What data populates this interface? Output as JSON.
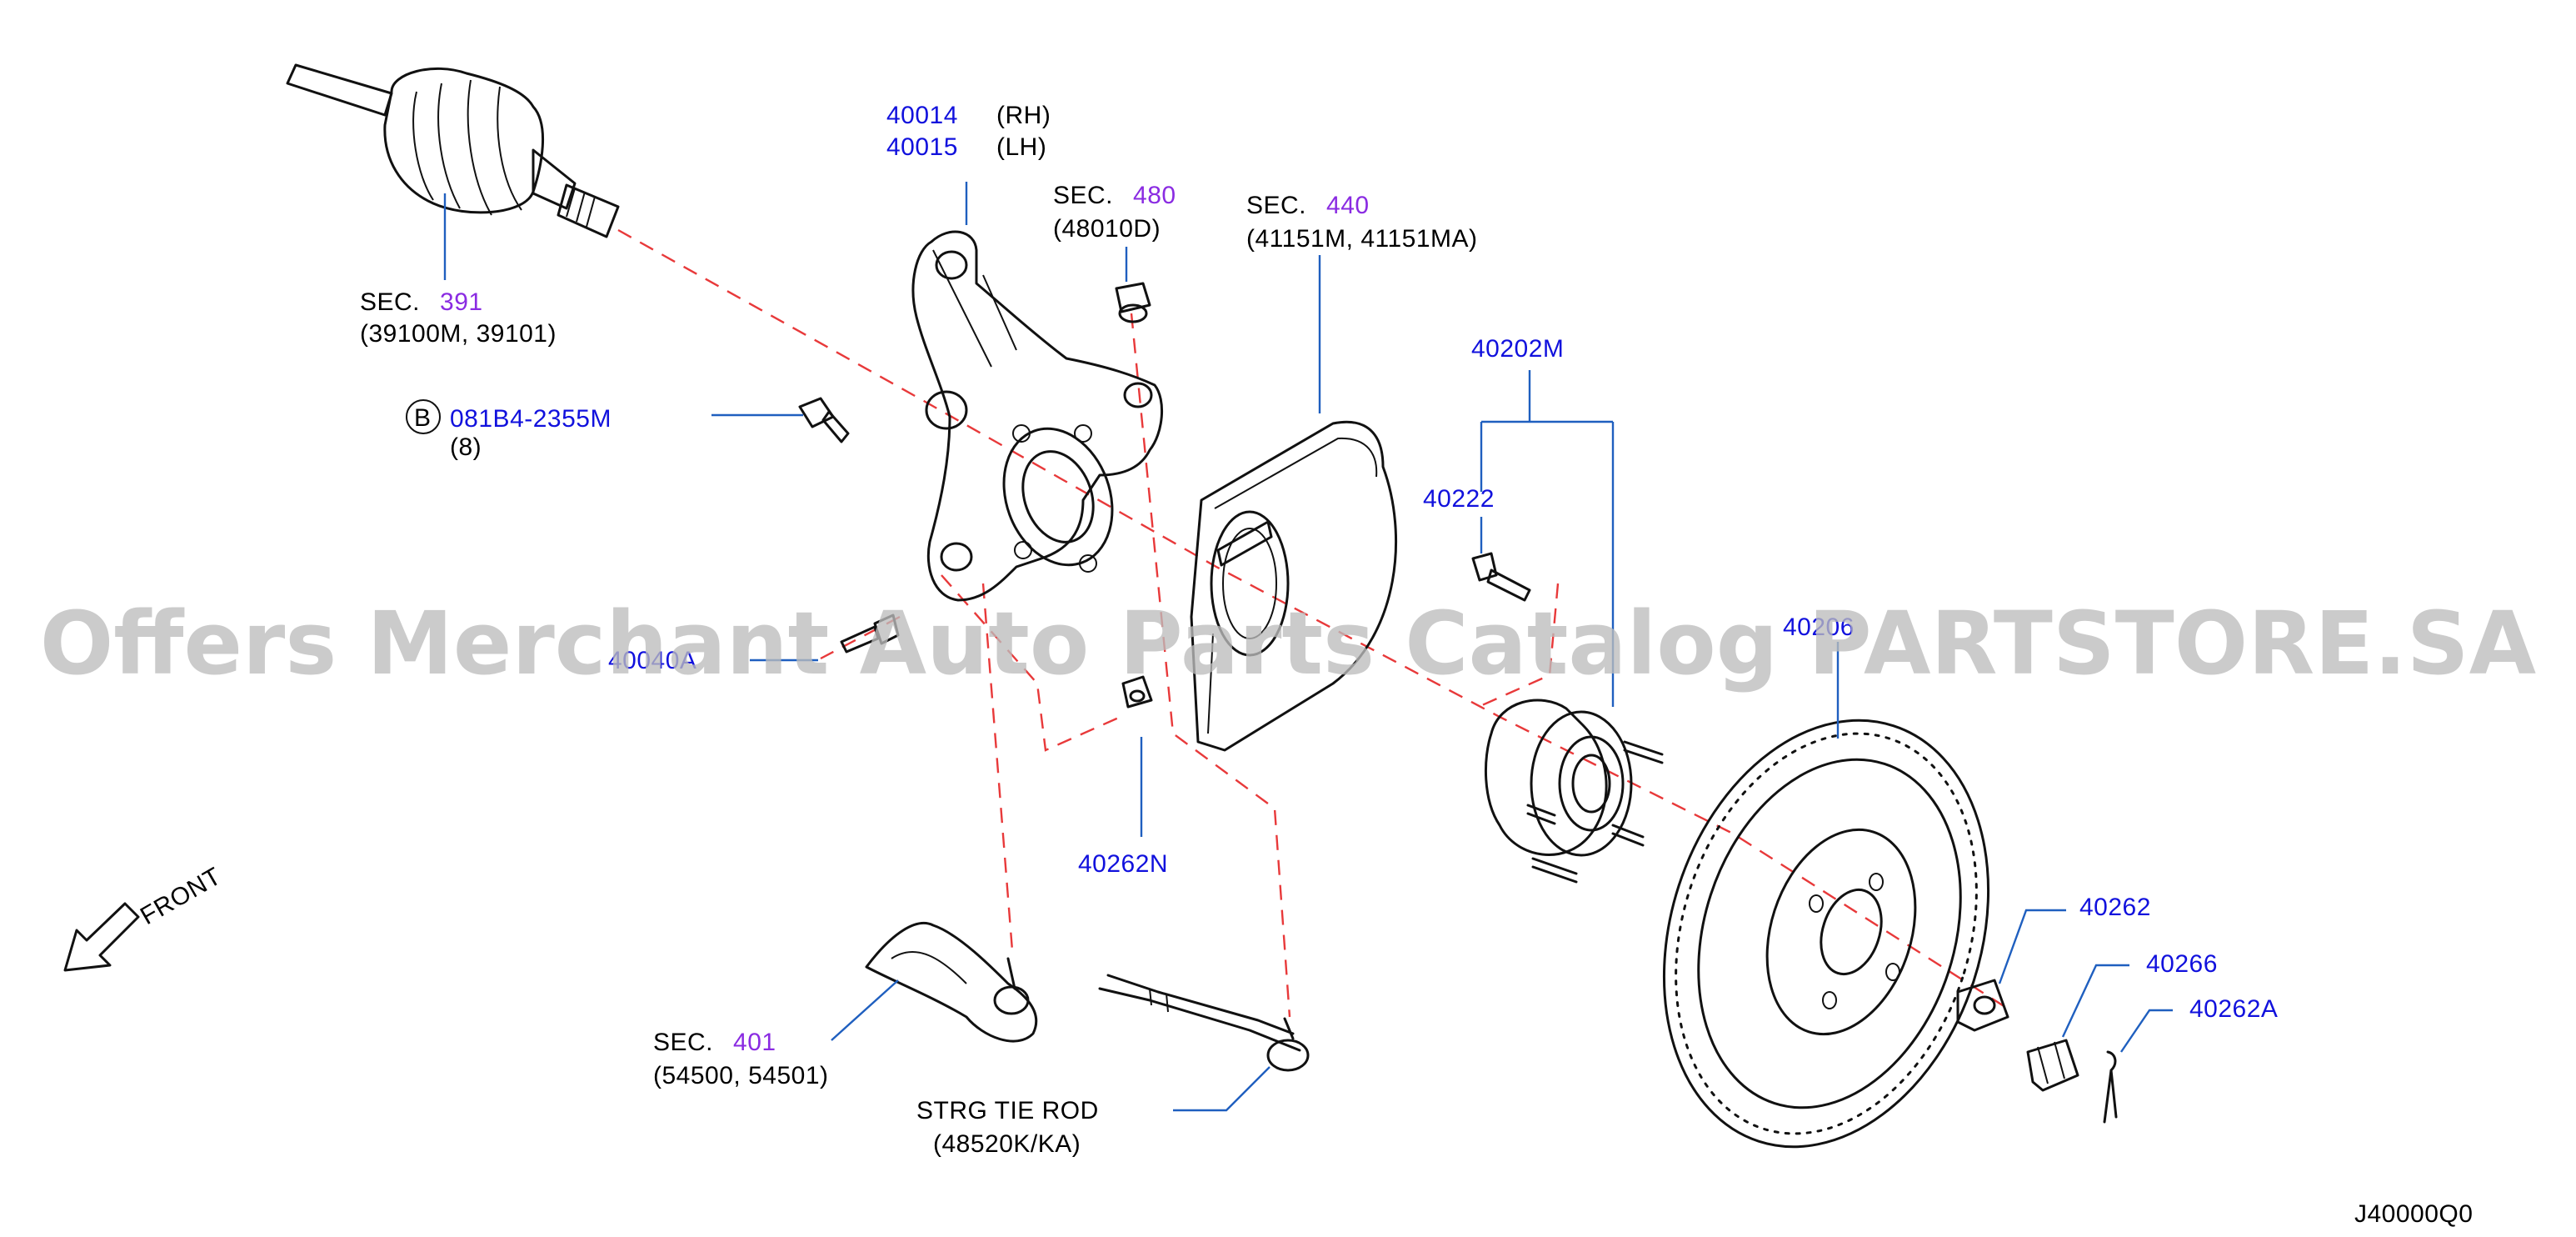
{
  "labels": {
    "drive_shaft": {
      "sec_prefix": "SEC.",
      "sec_num": "391",
      "parts": "(39100M,   39101)"
    },
    "knuckle_rh": {
      "num": "40014",
      "side": "(RH)"
    },
    "knuckle_lh": {
      "num": "40015",
      "side": "(LH)"
    },
    "sec_480": {
      "sec_prefix": "SEC.",
      "sec_num": "480",
      "parts": "(48010D)"
    },
    "sec_440": {
      "sec_prefix": "SEC.",
      "sec_num": "440",
      "parts": "(41151M,   41151MA)"
    },
    "hub_bolt_assy": {
      "num": "40202M"
    },
    "hub_bolt": {
      "num": "40222"
    },
    "bolt_b": {
      "badge": "B",
      "num": "081B4-2355M",
      "qty": "(8)"
    },
    "baffle_bolt": {
      "num": "40040A"
    },
    "rotor": {
      "num": "40206"
    },
    "nut_n": {
      "num": "40262N"
    },
    "nut": {
      "num": "40262"
    },
    "cap": {
      "num": "40266"
    },
    "cotter_pin": {
      "num": "40262A"
    },
    "sec_401": {
      "sec_prefix": "SEC.",
      "sec_num": "401",
      "parts": "(54500,   54501)"
    },
    "tie_rod": {
      "name": "STRG   TIE   ROD",
      "parts": "(48520K/KA)"
    },
    "front": {
      "text": "FRONT"
    },
    "diagram_code": "J40000Q0"
  },
  "watermark": "Offers Merchant Auto Parts Catalog PARTSTORE.SA",
  "colors": {
    "part_number": "#1111dd",
    "section_number": "#8a2be2",
    "leader_line": "#1f5fbf",
    "centerline": "#e8393a",
    "watermark": "#bdbdbd"
  }
}
